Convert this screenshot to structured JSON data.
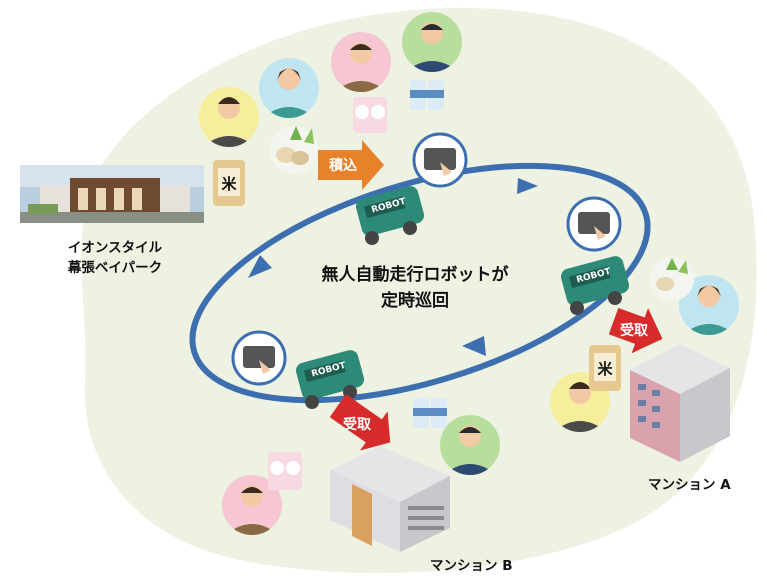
{
  "store": {
    "line1": "イオンスタイル",
    "line2": "幕張ベイパーク"
  },
  "center": {
    "line1": "無人自動走行ロボットが",
    "line2": "定時巡回"
  },
  "arrows": {
    "load": "積込",
    "receive_a": "受取",
    "receive_b": "受取"
  },
  "buildings": {
    "a": "マンション A",
    "b": "マンション B"
  },
  "robot_label": "ROBOT",
  "rice_label": "米",
  "colors": {
    "background_blob": "#eef2e2",
    "loop": "#3d6fb0",
    "robot_body": "#2e8a78",
    "load_arrow": "#e8822a",
    "receive_arrow": "#d72a2a"
  }
}
